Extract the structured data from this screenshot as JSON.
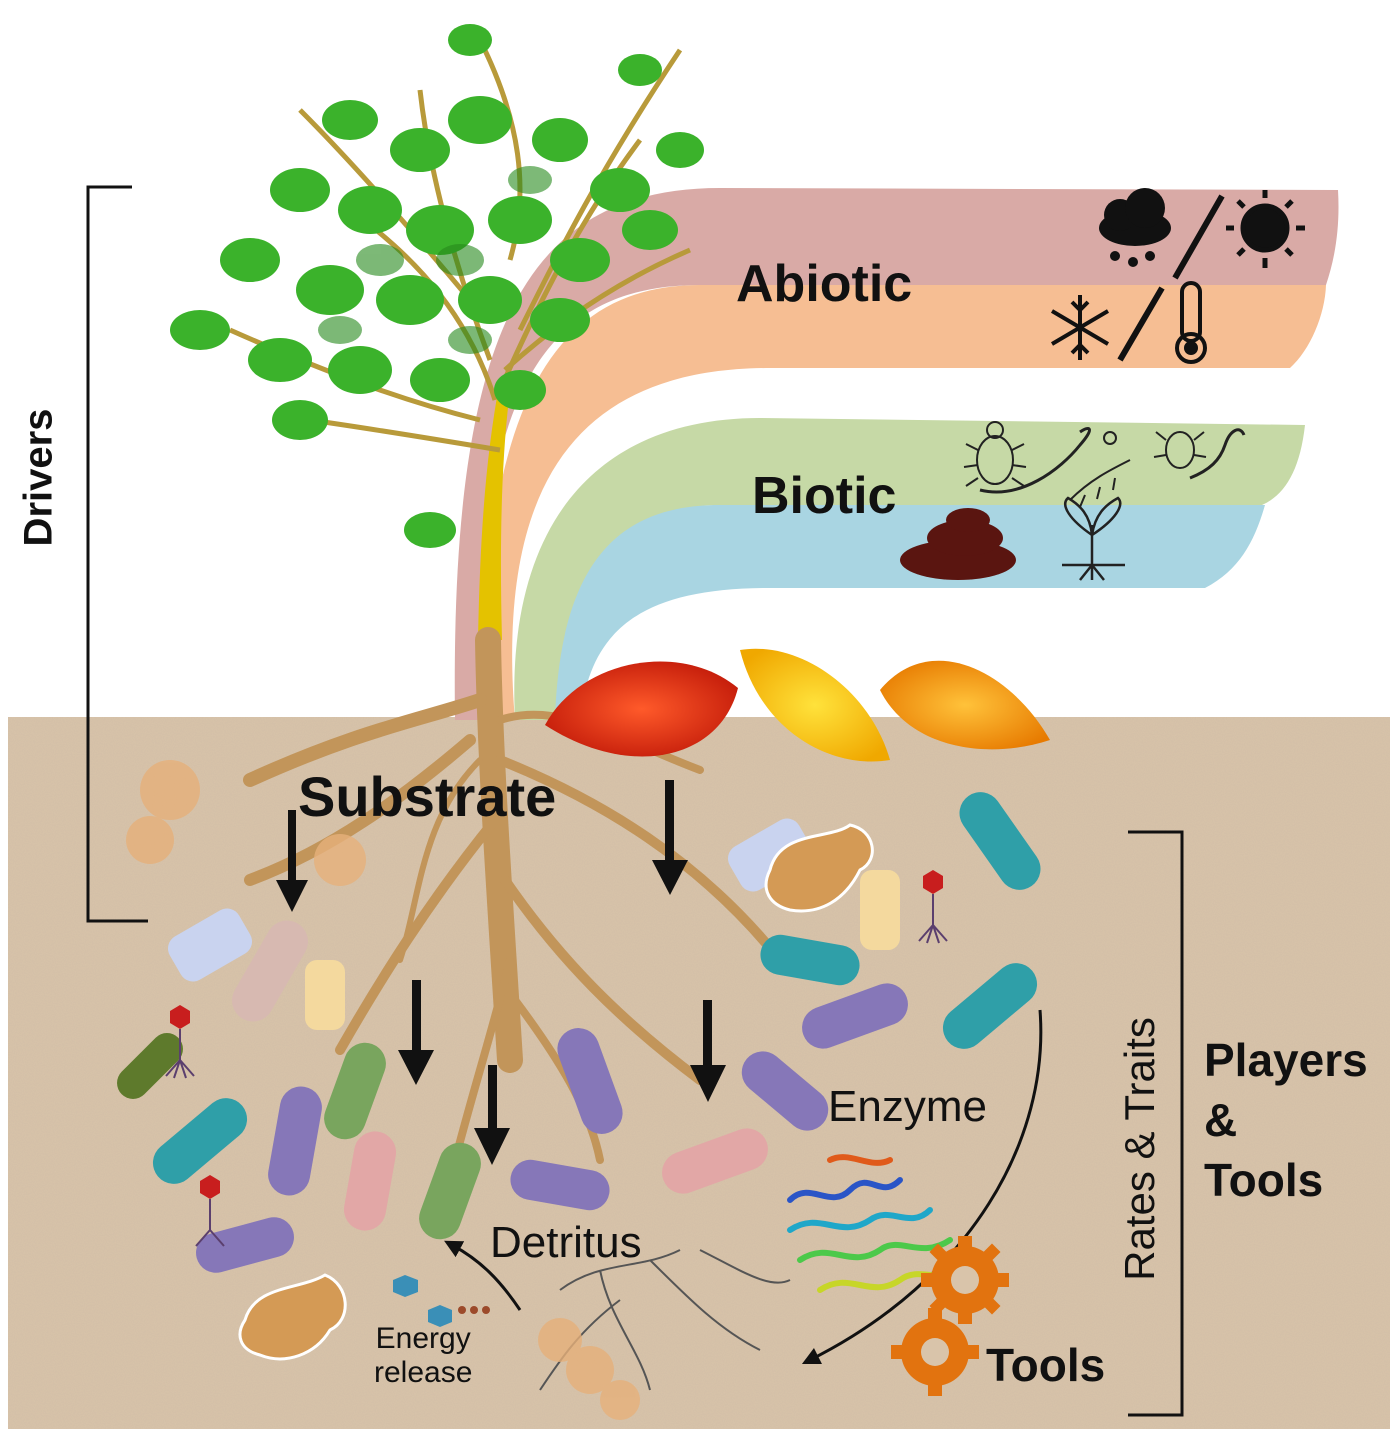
{
  "labels": {
    "drivers": "Drivers",
    "abiotic": "Abiotic",
    "biotic": "Biotic",
    "substrate": "Substrate",
    "enzyme": "Enzyme",
    "detritus": "Detritus",
    "energy_line1": "Energy",
    "energy_line2": "release",
    "tools": "Tools",
    "rates_traits": "Rates & Traits",
    "players_line1": "Players",
    "players_line2": "&",
    "players_line3": "Tools"
  },
  "icons": {
    "abiotic": [
      "rain-cloud-icon",
      "sun-icon",
      "snowflake-icon",
      "thermometer-icon"
    ],
    "biotic": [
      "beetle-icon",
      "worm-icon",
      "springtail-icon",
      "mite-icon",
      "earthworm-icon",
      "soil-pile-icon",
      "seedling-icon"
    ],
    "tools": [
      "gear-icon",
      "protein-structure-icon"
    ]
  },
  "colors": {
    "abiotic_band_top": "#d9aaa6",
    "abiotic_band_bottom": "#f6be93",
    "biotic_band_top": "#c6d9a6",
    "biotic_band_bottom": "#a9d5e2",
    "soil": "#d9c4aa",
    "leaves": "#3bb22b",
    "root": "#c2955a",
    "gear": "#e2730f"
  }
}
